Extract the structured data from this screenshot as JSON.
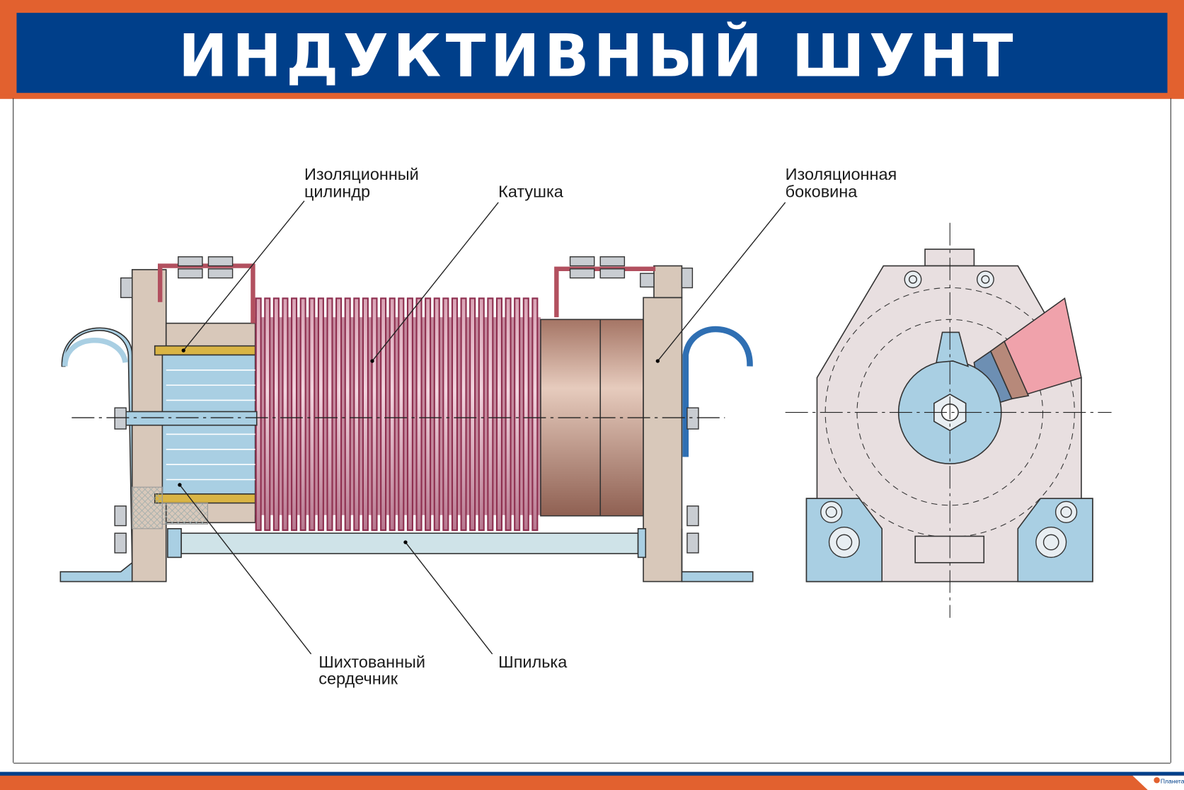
{
  "title": "ИНДУКТИВНЫЙ ШУНТ",
  "labels": {
    "insulating_cylinder": [
      "Изоляционный",
      "цилиндр"
    ],
    "coil": "Катушка",
    "insulating_side": [
      "Изоляционная",
      "боковина"
    ],
    "laminated_core": [
      "Шихтованный",
      "сердечник"
    ],
    "stud": "Шпилька"
  },
  "publisher_logo": "Планета",
  "colors": {
    "banner_blue": "#003f8a",
    "frame_orange": "#e2612f",
    "coil_maroon": "#8e2f4f",
    "part_blue": "#a9cfe3",
    "insulator_tan": "#d8c8ba"
  }
}
